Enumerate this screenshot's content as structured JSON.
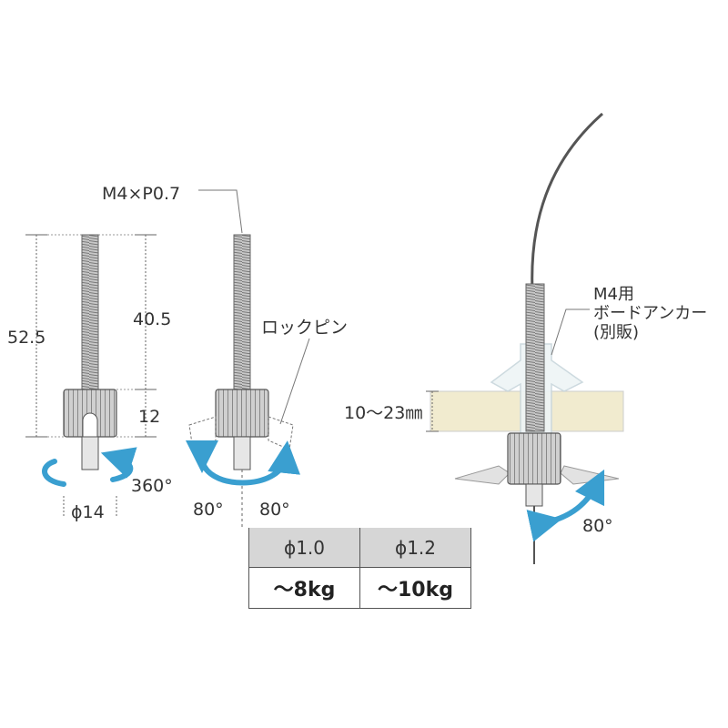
{
  "labels": {
    "thread_spec": "M4×P0.7",
    "total_length": "52.5",
    "thread_length": "40.5",
    "head_height": "12",
    "head_diameter": "ϕ14",
    "rotation_full": "360°",
    "lock_pin": "ロックピン",
    "angle_left": "80°",
    "angle_right": "80°",
    "board_thickness": "10〜23㎜",
    "anchor_line1": "M4用",
    "anchor_line2": "ボードアンカー",
    "anchor_line3": "(別販)",
    "angle_install": "80°"
  },
  "spec_table": {
    "headers": [
      "ϕ1.0",
      "ϕ1.2"
    ],
    "loads": [
      "〜8kg",
      "〜10kg"
    ]
  },
  "colors": {
    "arrow_blue": "#3a9fd0",
    "board": "#f1ebcf",
    "table_header": "#d6d6d6"
  }
}
